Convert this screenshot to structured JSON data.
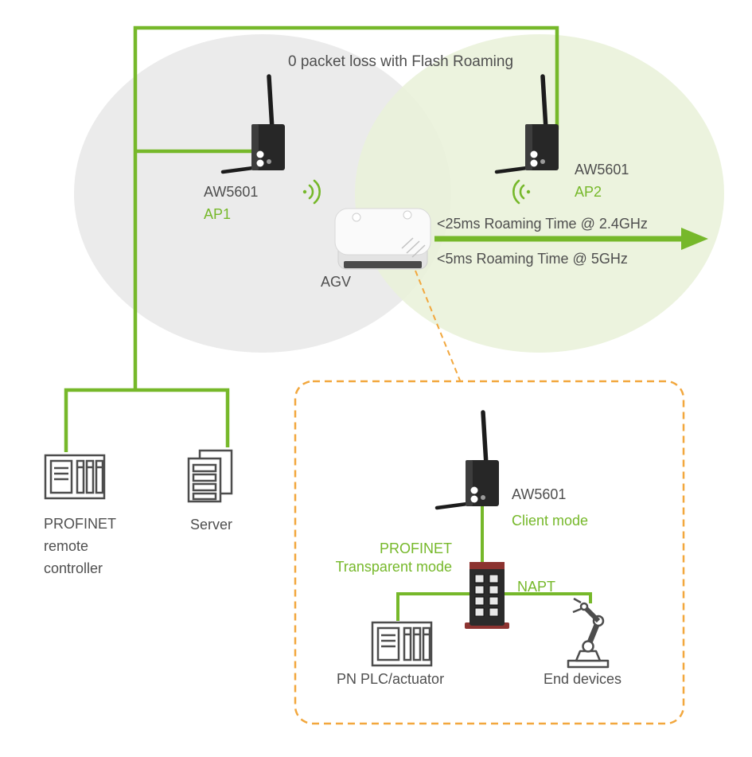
{
  "colors": {
    "green": "#76b82a",
    "gray_zone": "#ebebeb",
    "green_zone": "#e9f1da",
    "orange": "#f2a73d",
    "text_dark": "#4f4f4f"
  },
  "coverage": {
    "title": "0 packet loss with Flash Roaming",
    "ap1": {
      "model": "AW5601",
      "role": "AP1"
    },
    "ap2": {
      "model": "AW5601",
      "role": "AP2"
    },
    "agv_label": "AGV",
    "roaming_24ghz": "<25ms Roaming Time @ 2.4GHz",
    "roaming_5ghz": "<5ms Roaming Time @ 5GHz"
  },
  "backbone": {
    "controller_label": "PROFINET remote controller",
    "server_label": "Server"
  },
  "agv_detail": {
    "client": {
      "model": "AW5601",
      "mode": "Client mode"
    },
    "profinet_line1": "PROFINET",
    "profinet_line2": "Transparent mode",
    "napt_label": "NAPT",
    "plc_label": "PN PLC/actuator",
    "end_devices_label": "End devices"
  }
}
